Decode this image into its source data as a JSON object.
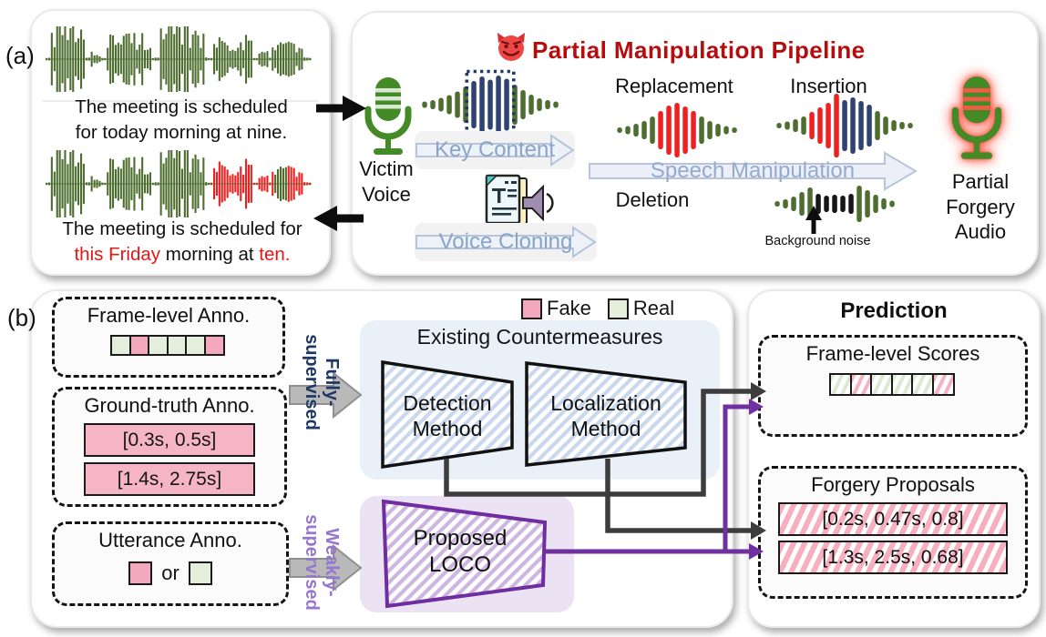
{
  "colors": {
    "title_red": "#b50d0d",
    "fake_pink": "#f3a8bd",
    "real_green": "#e4efdb",
    "navy": "#2e4372",
    "purple": "#6f2da0",
    "waveform_green": "#4e6e30",
    "manipulated_red": "#ee2020"
  },
  "panel_a": {
    "label": "(a)",
    "original_transcript": {
      "line1": "The meeting is scheduled",
      "line2": "for today morning at nine."
    },
    "forged_transcript": {
      "line1": "The meeting is scheduled for",
      "red1": "this Friday",
      "mid": " morning at ",
      "red2": "ten."
    },
    "pipeline": {
      "title": "Partial Manipulation Pipeline",
      "victim": {
        "line1": "Victim",
        "line2": "Voice"
      },
      "key_content": "Key Content",
      "voice_cloning": "Voice Cloning",
      "replacement": "Replacement",
      "insertion": "Insertion",
      "deletion": "Deletion",
      "speech_manipulation": "Speech Manipulation",
      "background_noise": "Background noise",
      "output": {
        "line1": "Partial",
        "line2": "Forgery",
        "line3": "Audio"
      }
    }
  },
  "panel_b": {
    "label": "(b)",
    "frame_anno": {
      "title": "Frame-level Anno.",
      "squares": [
        "real",
        "fake",
        "real",
        "real",
        "real",
        "fake"
      ]
    },
    "gt_anno": {
      "title": "Ground-truth Anno.",
      "intervals": [
        "[0.3s, 0.5s]",
        "[1.4s, 2.75s]"
      ]
    },
    "utt_anno": {
      "title": "Utterance Anno.",
      "or": "or"
    },
    "fully": {
      "line1": "Fully-",
      "line2": "supervised"
    },
    "weakly": {
      "line1": "Weakly-",
      "line2": "supervised"
    },
    "legend": {
      "fake": "Fake",
      "real": "Real"
    },
    "existing": {
      "title": "Existing Countermeasures",
      "detection": {
        "line1": "Detection",
        "line2": "Method"
      },
      "localization": {
        "line1": "Localization",
        "line2": "Method"
      }
    },
    "loco": {
      "line1": "Proposed",
      "line2": "LOCO"
    },
    "prediction": {
      "title": "Prediction",
      "scores": {
        "title": "Frame-level Scores",
        "squares": [
          "real",
          "fake",
          "real",
          "real",
          "real",
          "fake"
        ]
      },
      "proposals": {
        "title": "Forgery Proposals",
        "items": [
          "[0.2s, 0.47s, 0.8]",
          "[1.3s, 2.5s, 0.68]"
        ]
      }
    }
  }
}
